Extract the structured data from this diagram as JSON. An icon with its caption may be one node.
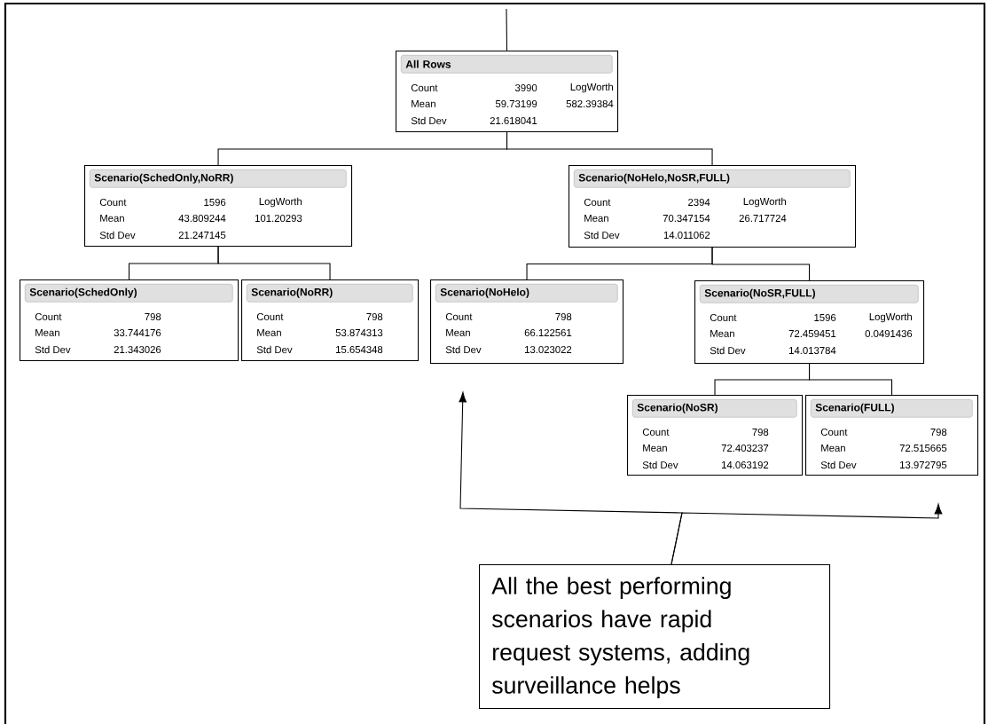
{
  "diagram": {
    "nodes": [
      {
        "text": [
          "All Rows",
          "Count",
          "3990",
          "LogWorth",
          "Mean",
          "59.73199",
          "582.39384",
          "Std Dev",
          "21.618041"
        ]
      },
      {
        "text": [
          "Scenario(SchedOnly,NoRR)",
          "Count",
          "1596",
          "LogWorth",
          "Mean",
          "43.809244",
          "101.20293",
          "Std Dev",
          "21.247145"
        ]
      },
      {
        "text": [
          "Scenario(NoHelo,NoSR,FULL)",
          "Count",
          "2394",
          "LogWorth",
          "Mean",
          "70.347154",
          "26.717724",
          "Std Dev",
          "14.011062"
        ]
      },
      {
        "text": [
          "Scenario(SchedOnly)",
          "Count",
          "798",
          "Mean",
          "33.744176",
          "Std Dev",
          "21.343026"
        ]
      },
      {
        "text": [
          "Scenario(NoRR)",
          "Count",
          "798",
          "Mean",
          "53.874313",
          "Std Dev",
          "15.654348"
        ]
      },
      {
        "text": [
          "Scenario(NoHelo)",
          "Count",
          "798",
          "Mean",
          "66.122561",
          "Std Dev",
          "13.023022"
        ]
      },
      {
        "text": [
          "Scenario(NoSR,FULL)",
          "Count",
          "1596",
          "LogWorth",
          "Mean",
          "72.459451",
          "0.0491436",
          "Std Dev",
          "14.013784"
        ]
      },
      {
        "text": [
          "Scenario(NoSR)",
          "Count",
          "798",
          "Mean",
          "72.403237",
          "Std Dev",
          "14.063192"
        ]
      },
      {
        "text": [
          "Scenario(FULL)",
          "Count",
          "798",
          "Mean",
          "72.515665",
          "Std Dev",
          "13.972795"
        ]
      },
      {
        "text": [
          "All the best performing scenarios have rapid request systems, adding surveillance helps"
        ]
      }
    ],
    "edges": [
      {
        "from": null,
        "to": 0,
        "arrow": "none"
      },
      {
        "from": 0,
        "to": 1,
        "arrow": "none"
      },
      {
        "from": 0,
        "to": 2,
        "arrow": "none"
      },
      {
        "from": 1,
        "to": 3,
        "arrow": "none"
      },
      {
        "from": 1,
        "to": 4,
        "arrow": "none"
      },
      {
        "from": 2,
        "to": 5,
        "arrow": "none"
      },
      {
        "from": 2,
        "to": 6,
        "arrow": "none"
      },
      {
        "from": 6,
        "to": 7,
        "arrow": "none"
      },
      {
        "from": 6,
        "to": 8,
        "arrow": "none"
      },
      {
        "from": 9,
        "to": 5,
        "arrow": "to"
      },
      {
        "from": 9,
        "to": 8,
        "arrow": "to"
      }
    ]
  }
}
